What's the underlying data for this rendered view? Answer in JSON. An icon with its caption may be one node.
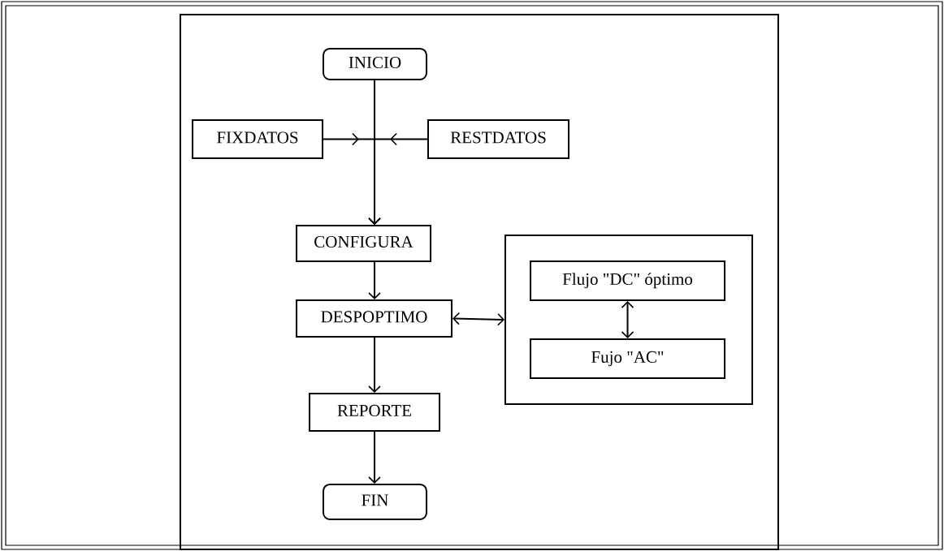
{
  "diagram": {
    "nodes": [
      {
        "text": [
          "INICIO"
        ]
      },
      {
        "text": [
          "FIXDATOS"
        ]
      },
      {
        "text": [
          "RESTDATOS"
        ]
      },
      {
        "text": [
          "CONFIGURA"
        ]
      },
      {
        "text": [
          "DESPOPTIMO"
        ]
      },
      {
        "text": [],
        "shape": "box"
      },
      {
        "text": [
          "Flujo \"DC\" óptimo"
        ],
        "in": 5
      },
      {
        "text": [
          "Fujo \"AC\""
        ],
        "in": 5
      },
      {
        "text": [
          "REPORTE"
        ]
      },
      {
        "text": [
          "FIN"
        ]
      }
    ],
    "edges": [
      {
        "from": 0,
        "to": 3,
        "arrow": "to"
      },
      {
        "from": 1,
        "to": 3,
        "arrow": "to"
      },
      {
        "from": 2,
        "to": 3,
        "arrow": "to"
      },
      {
        "from": 3,
        "to": 4,
        "arrow": "to"
      },
      {
        "from": 4,
        "to": 5,
        "arrow": "both"
      },
      {
        "from": 6,
        "to": 7,
        "arrow": "both"
      },
      {
        "from": 4,
        "to": 8,
        "arrow": "to"
      },
      {
        "from": 8,
        "to": 9,
        "arrow": "to"
      }
    ]
  }
}
